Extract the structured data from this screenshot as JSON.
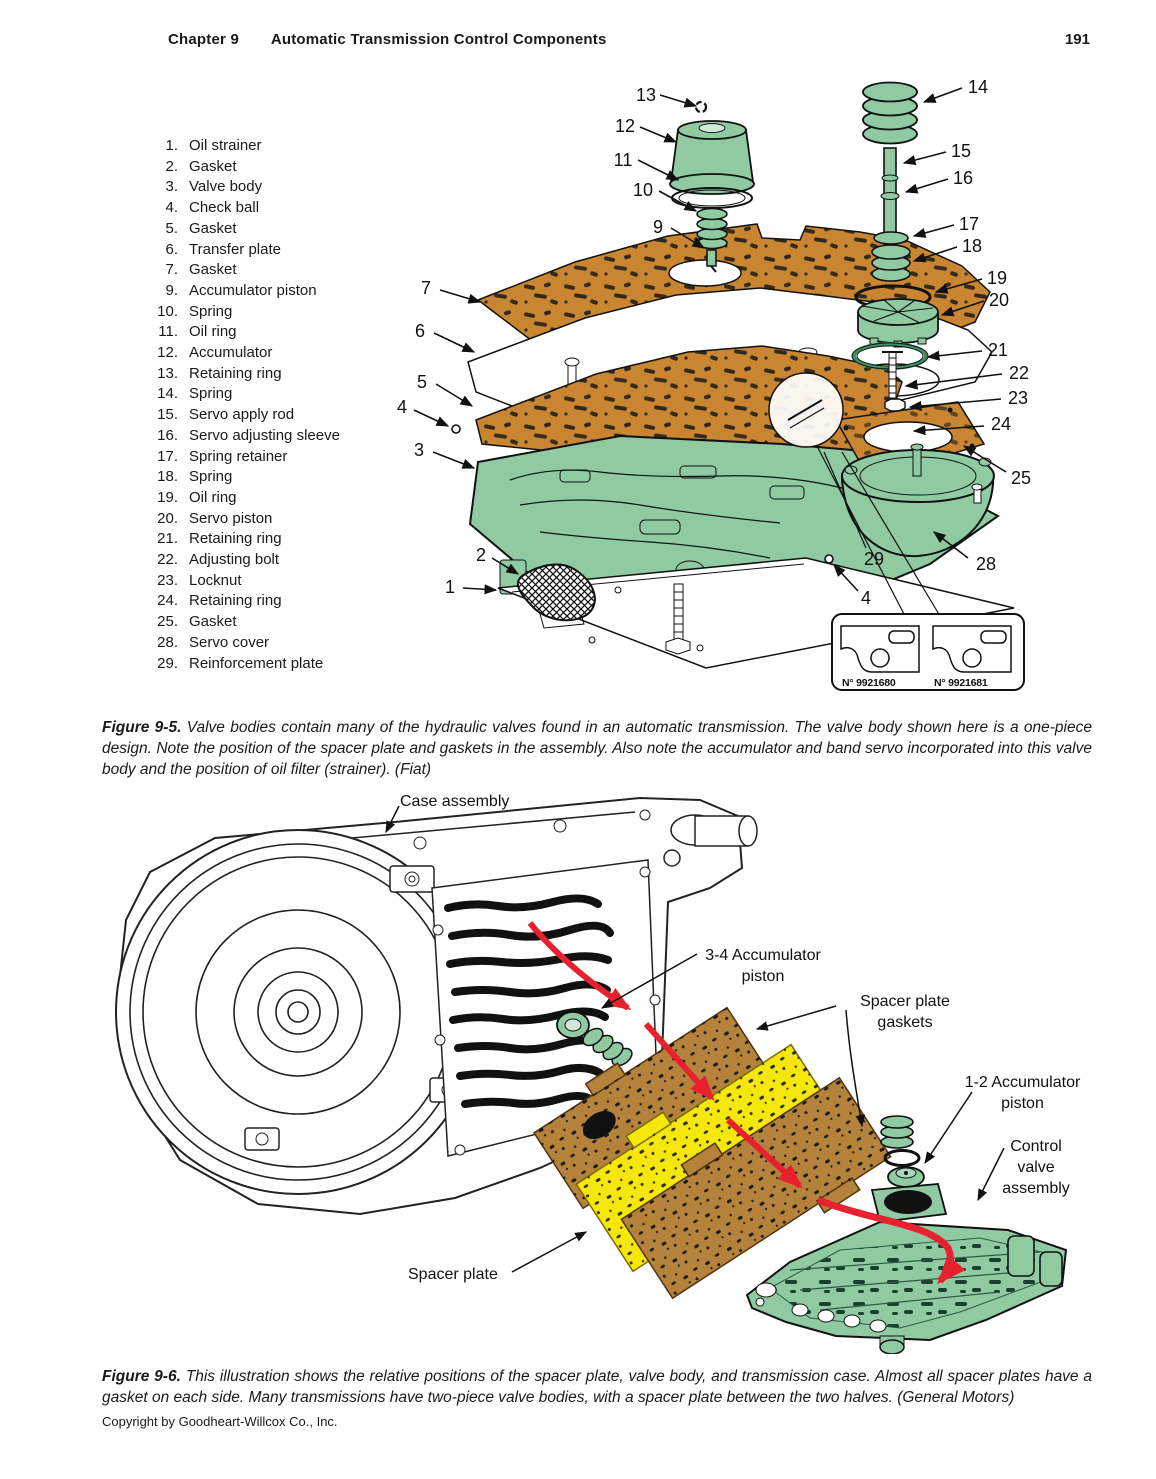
{
  "header": {
    "chapter": "Chapter 9",
    "title": "Automatic Transmission Control Components",
    "page_number": "191"
  },
  "parts_list": [
    {
      "num": "1.",
      "name": "Oil strainer"
    },
    {
      "num": "2.",
      "name": "Gasket"
    },
    {
      "num": "3.",
      "name": "Valve body"
    },
    {
      "num": "4.",
      "name": "Check ball"
    },
    {
      "num": "5.",
      "name": "Gasket"
    },
    {
      "num": "6.",
      "name": "Transfer plate"
    },
    {
      "num": "7.",
      "name": "Gasket"
    },
    {
      "num": "9.",
      "name": "Accumulator piston"
    },
    {
      "num": "10.",
      "name": "Spring"
    },
    {
      "num": "11.",
      "name": "Oil ring"
    },
    {
      "num": "12.",
      "name": "Accumulator"
    },
    {
      "num": "13.",
      "name": "Retaining ring"
    },
    {
      "num": "14.",
      "name": "Spring"
    },
    {
      "num": "15.",
      "name": "Servo apply rod"
    },
    {
      "num": "16.",
      "name": "Servo adjusting sleeve"
    },
    {
      "num": "17.",
      "name": "Spring retainer"
    },
    {
      "num": "18.",
      "name": "Spring"
    },
    {
      "num": "19.",
      "name": "Oil ring"
    },
    {
      "num": "20.",
      "name": "Servo piston"
    },
    {
      "num": "21.",
      "name": "Retaining ring"
    },
    {
      "num": "22.",
      "name": "Adjusting bolt"
    },
    {
      "num": "23.",
      "name": "Locknut"
    },
    {
      "num": "24.",
      "name": "Retaining ring"
    },
    {
      "num": "25.",
      "name": "Gasket"
    },
    {
      "num": "28.",
      "name": "Servo cover"
    },
    {
      "num": "29.",
      "name": "Reinforcement plate"
    }
  ],
  "figure_9_5": {
    "callouts": {
      "c1": "1",
      "c2": "2",
      "c3": "3",
      "c4": "4",
      "c5": "5",
      "c6": "6",
      "c7": "7",
      "c9": "9",
      "c10": "10",
      "c11": "11",
      "c12": "12",
      "c13": "13",
      "c14": "14",
      "c15": "15",
      "c16": "16",
      "c17": "17",
      "c18": "18",
      "c19": "19",
      "c20": "20",
      "c21": "21",
      "c22": "22",
      "c23": "23",
      "c24": "24",
      "c25": "25",
      "c28": "28",
      "c29": "29"
    },
    "inset_plate_labels": {
      "left": "N° 9921680",
      "right": "N° 9921681"
    },
    "caption": {
      "label": "Figure 9-5.",
      "text": "Valve bodies contain many of the hydraulic valves found in an automatic transmission. The valve body shown here is a one-piece design. Note the position of the spacer plate and gaskets in the assembly. Also note the accumulator and band servo incorporated into this valve body and the position of oil filter (strainer). (Fiat)"
    }
  },
  "figure_9_6": {
    "labels": {
      "case_assembly": "Case assembly",
      "accumulator_3_4": "3-4 Accumulator piston",
      "spacer_plate_gaskets": "Spacer plate gaskets",
      "accumulator_1_2": "1-2 Accumulator piston",
      "control_valve_assembly": "Control valve assembly",
      "spacer_plate": "Spacer plate"
    },
    "caption": {
      "label": "Figure 9-6.",
      "text": "This illustration shows the relative positions of the spacer plate, valve body, and transmission case. Almost all spacer plates have a gasket on each side. Many transmissions have two-piece valve bodies, with a spacer plate between the two halves. (General Motors)"
    }
  },
  "footer": {
    "copyright": "Copyright by Goodheart-Willcox Co., Inc."
  },
  "colors": {
    "gasket_orange": "#C9852F",
    "part_green": "#8FCAA2",
    "gasket_brown": "#B5823B",
    "spacer_yellow": "#F6E70A",
    "arrow_red": "#E8212E",
    "line_black": "#111111"
  }
}
